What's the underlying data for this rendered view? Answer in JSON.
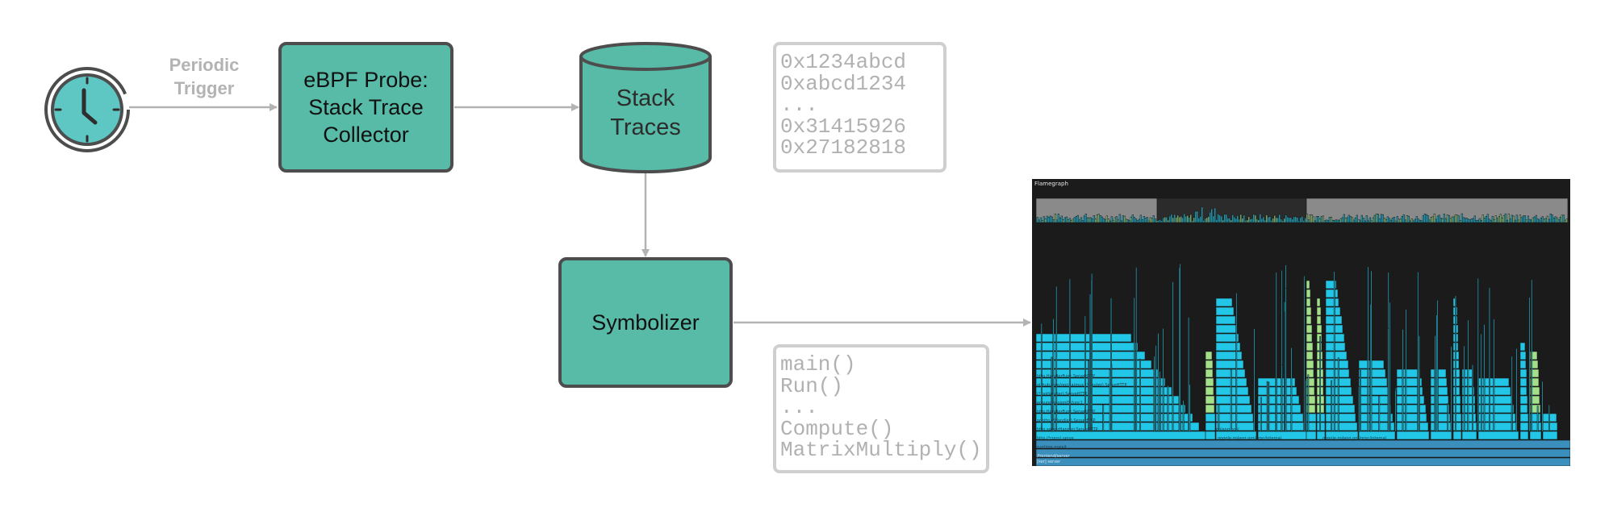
{
  "trigger": {
    "label": "Periodic\nTrigger"
  },
  "nodes": {
    "collector": "eBPF Probe:\nStack Trace\nCollector",
    "stack_traces": "Stack\nTraces",
    "symbolizer": "Symbolizer"
  },
  "addresses": [
    "0x1234abcd",
    "0xabcd1234",
    "...",
    "0x31415926",
    "0x27182818"
  ],
  "symbols": [
    "main()",
    "Run()",
    "...",
    "Compute()",
    "MatrixMultiply()"
  ],
  "flamegraph": {
    "title": "Flamegraph",
    "labels": [
      "http.HandlerFunc.ServeHTTP",
      "github.com/gorilla/mux.(*Router).ServeHTTP",
      "(*logHandler).ServeHTTP",
      "ensureSessionID.func1",
      "http.HandlerFunc.ServeHTTP",
      "ochttp.(*Handler).ServeHTTP",
      "http.serverHandler.ServeHTTP",
      "http.(*conn).serve",
      "runtime.goexit",
      "/frontend/server",
      "[ker] server",
      "frontend-6c6743df4b-qxtjq",
      "google.golang.org/grpc/internal",
      "golang.org/"
    ]
  },
  "colors": {
    "node_fill": "#57bba7",
    "node_border": "#4d4d4d",
    "arrow": "#b3b3b3",
    "code_text": "#b1b1b1",
    "code_border": "#cfcfcf",
    "clock_face": "#5ec7c4",
    "flame_cyan": "#22c7e7",
    "flame_green": "#a3e089",
    "flame_root": "#3a8fbd",
    "flame_bg": "#1b1b1b"
  }
}
